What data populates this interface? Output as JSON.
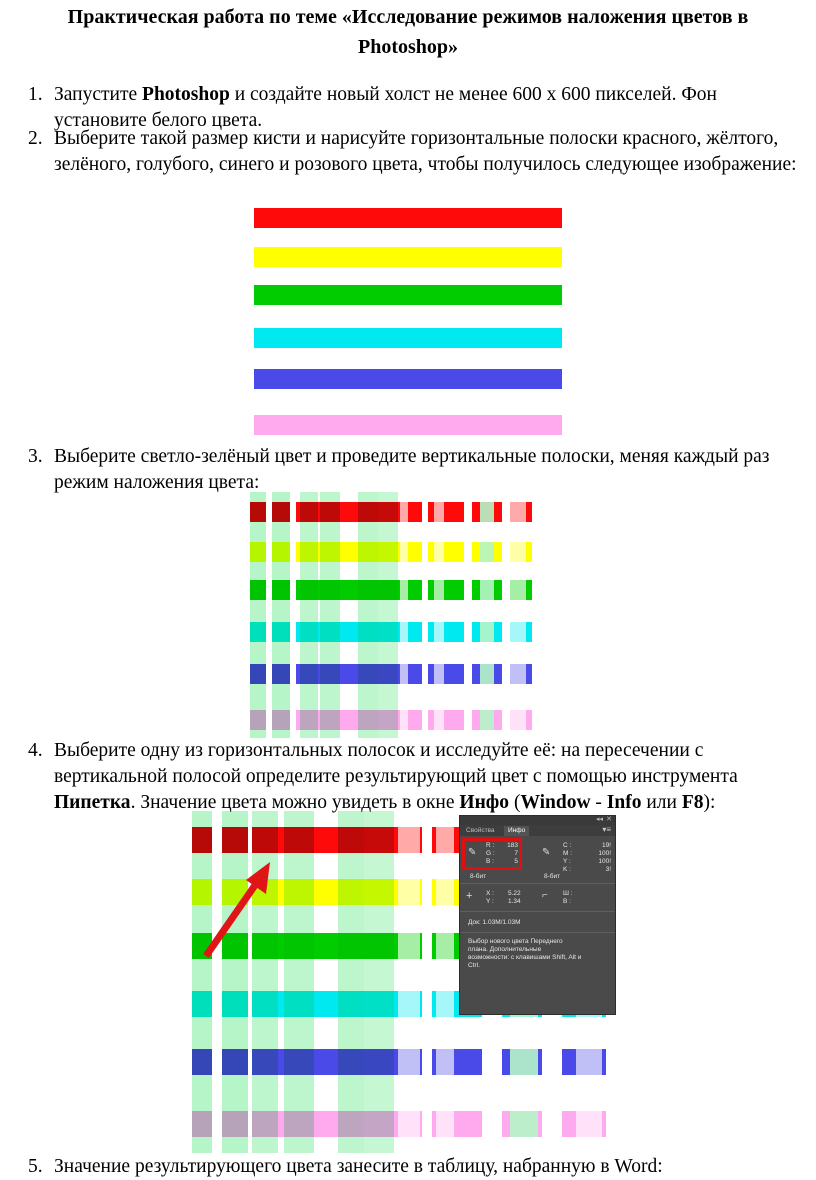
{
  "title": {
    "line1": "Практическая работа по теме «Исследование режимов наложения цветов в",
    "line2": "Photoshop»"
  },
  "steps": [
    {
      "num": "1.",
      "parts": [
        {
          "t": "Запустите "
        },
        {
          "t": "Photoshop",
          "b": true
        },
        {
          "t": " и создайте новый холст не менее 600 х 600 пикселей. Фон установите белого цвета."
        }
      ]
    },
    {
      "num": "2.",
      "parts": [
        {
          "t": "Выберите такой размер кисти и нарисуйте горизонтальные полоски красного, жёлтого, зелёного, голубого, синего и розового цвета, чтобы получилось следующее изображение:"
        }
      ]
    },
    {
      "num": "3.",
      "parts": [
        {
          "t": "Выберите светло-зелёный цвет и проведите вертикальные полоски, меняя каждый раз режим наложения цвета:"
        }
      ]
    },
    {
      "num": "4.",
      "parts": [
        {
          "t": "Выберите одну из горизонтальных полосок и исследуйте её: на пересечении с вертикальной полосой определите результирующий цвет с помощью инструмента "
        },
        {
          "t": "Пипетка",
          "b": true
        },
        {
          "t": ". Значение цвета можно увидеть в окне "
        },
        {
          "t": "Инфо",
          "b": true
        },
        {
          "t": " ("
        },
        {
          "t": "Window",
          "b": true
        },
        {
          "t": " - "
        },
        {
          "t": "Info",
          "b": true
        },
        {
          "t": " или "
        },
        {
          "t": "F8",
          "b": true
        },
        {
          "t": "):"
        }
      ]
    },
    {
      "num": "5.",
      "parts": [
        {
          "t": "Значение результирующего цвета занесите в таблицу, набранную в Word:"
        }
      ]
    }
  ],
  "colors": {
    "red": "#ff0a0a",
    "yellow": "#ffff00",
    "green": "#00cc00",
    "cyan": "#00e8f0",
    "blue": "#4a4ae8",
    "pink": "#ffaaee",
    "lightgreen": "#b6f5c8"
  },
  "stripe_order": [
    "red",
    "yellow",
    "green",
    "cyan",
    "blue",
    "pink"
  ],
  "info_panel": {
    "tab_properties": "Свойства",
    "tab_info": "Инфо",
    "rgb_labels": [
      "R :",
      "G :",
      "B :"
    ],
    "rgb_values": [
      "183",
      "7",
      "5"
    ],
    "cmyk_labels": [
      "C :",
      "M :",
      "Y :",
      "K :"
    ],
    "cmyk_values": [
      "19!",
      "100!",
      "100!",
      "3!"
    ],
    "bit_left": "8-бит",
    "bit_right": "8-бит",
    "xy_labels": [
      "X :",
      "Y :"
    ],
    "xy_values": [
      "5.22",
      "1.34"
    ],
    "wh_labels": [
      "Ш :",
      "В :"
    ],
    "doc": "Док: 1.03M/1.03M",
    "hint": "Выбор нового цвета Переднего плана. Дополнительные возможности: с клавишами Shift, Alt и Ctrl."
  }
}
